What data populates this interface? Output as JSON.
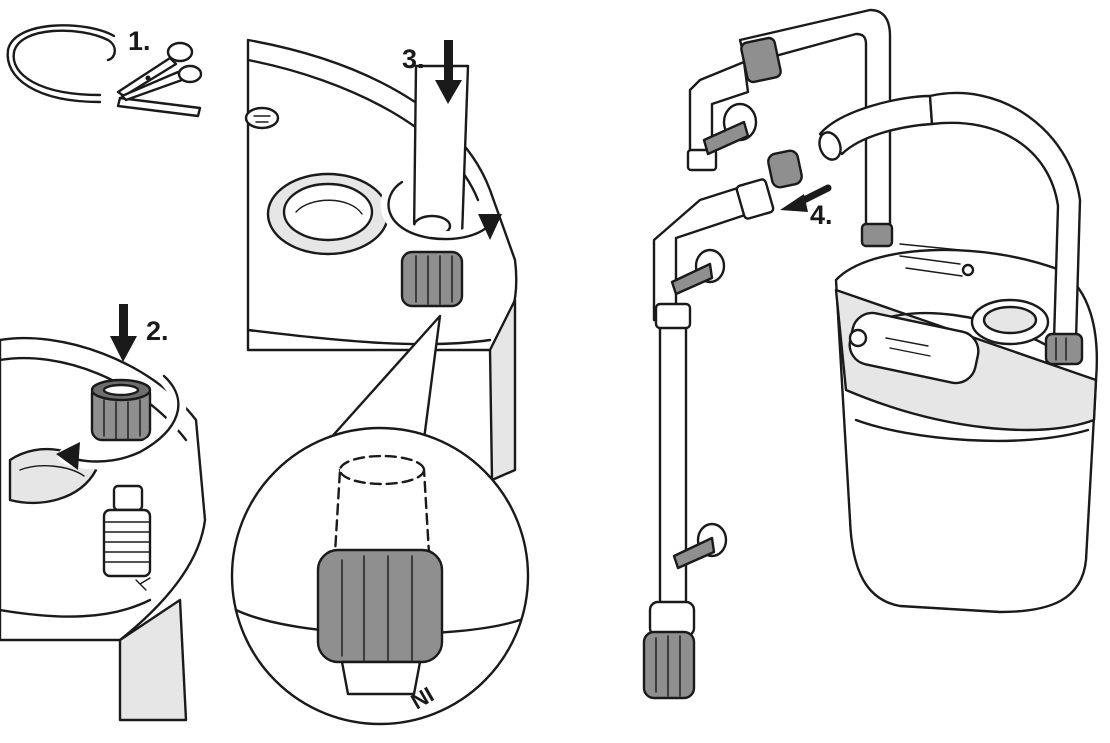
{
  "steps": [
    {
      "label": "1."
    },
    {
      "label": "2."
    },
    {
      "label": "3."
    },
    {
      "label": "4."
    }
  ],
  "port_label": "IN",
  "colors": {
    "ink": "#1a1a1a",
    "body_fill": "#ffffff",
    "shade": "#e6e6e6",
    "nut": "#8f8f8f",
    "nut_dark": "#6e6e6e"
  }
}
